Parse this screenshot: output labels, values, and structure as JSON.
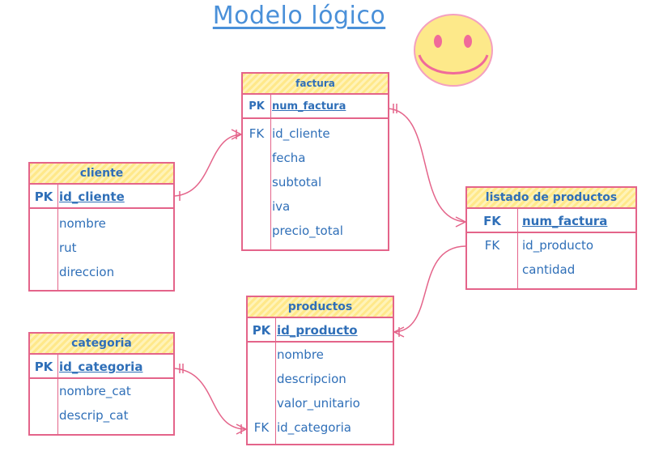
{
  "title": "Modelo lógico",
  "tables": {
    "factura": {
      "name": "factura",
      "pk_key": "PK",
      "pk_field": "num_factura",
      "fk_key": "FK",
      "fields": [
        "id_cliente",
        "fecha",
        "subtotal",
        "iva",
        "precio_total"
      ]
    },
    "cliente": {
      "name": "cliente",
      "pk_key": "PK",
      "pk_field": "id_cliente",
      "fields": [
        "nombre",
        "rut",
        "direccion"
      ]
    },
    "listado": {
      "name": "listado de productos",
      "pk_key": "FK",
      "pk_field": "num_factura",
      "fk_key": "FK",
      "fields": [
        "id_producto",
        "cantidad"
      ]
    },
    "productos": {
      "name": "productos",
      "pk_key": "PK",
      "pk_field": "id_producto",
      "fk_key": "FK",
      "fields": [
        "nombre",
        "descripcion",
        "valor_unitario",
        "id_categoria"
      ]
    },
    "categoria": {
      "name": "categoria",
      "pk_key": "PK",
      "pk_field": "id_categoria",
      "fields": [
        "nombre_cat",
        "descrip_cat"
      ]
    }
  },
  "colors": {
    "border": "#e4648a",
    "text": "#2f6fb8",
    "header": "#ffe88a",
    "title": "#4a90d9",
    "smiley": "#fde98a"
  }
}
